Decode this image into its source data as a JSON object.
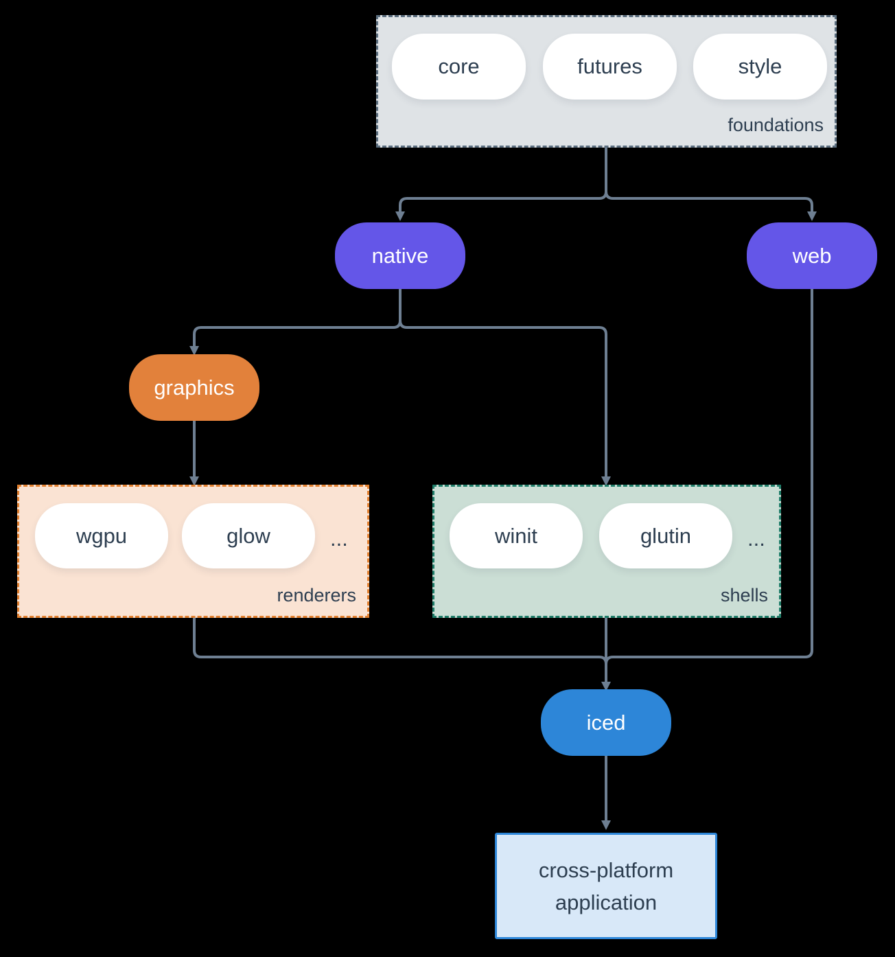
{
  "diagram": {
    "foundations": {
      "label": "foundations",
      "items": [
        "core",
        "futures",
        "style"
      ]
    },
    "nodes": {
      "native": "native",
      "web": "web",
      "graphics": "graphics",
      "iced": "iced"
    },
    "renderers": {
      "label": "renderers",
      "items": [
        "wgpu",
        "glow"
      ],
      "more": "..."
    },
    "shells": {
      "label": "shells",
      "items": [
        "winit",
        "glutin"
      ],
      "more": "..."
    },
    "application": {
      "line1": "cross-platform",
      "line2": "application"
    },
    "colors": {
      "background": "#000000",
      "purple_pill": "#6456e8",
      "orange_pill": "#e2813b",
      "blue_pill": "#2d86d8",
      "foundations_fill": "#dfe3e6",
      "foundations_border": "#5c6f80",
      "renderers_fill": "#fae3d3",
      "renderers_border": "#e2802f",
      "shells_fill": "#cbded5",
      "shells_border": "#1f7d69",
      "app_fill": "#d8e8f8",
      "app_border": "#2d86d8",
      "arrow": "#6e7f92",
      "dark_text": "#2d3e50",
      "light_text": "#ffffff"
    }
  }
}
